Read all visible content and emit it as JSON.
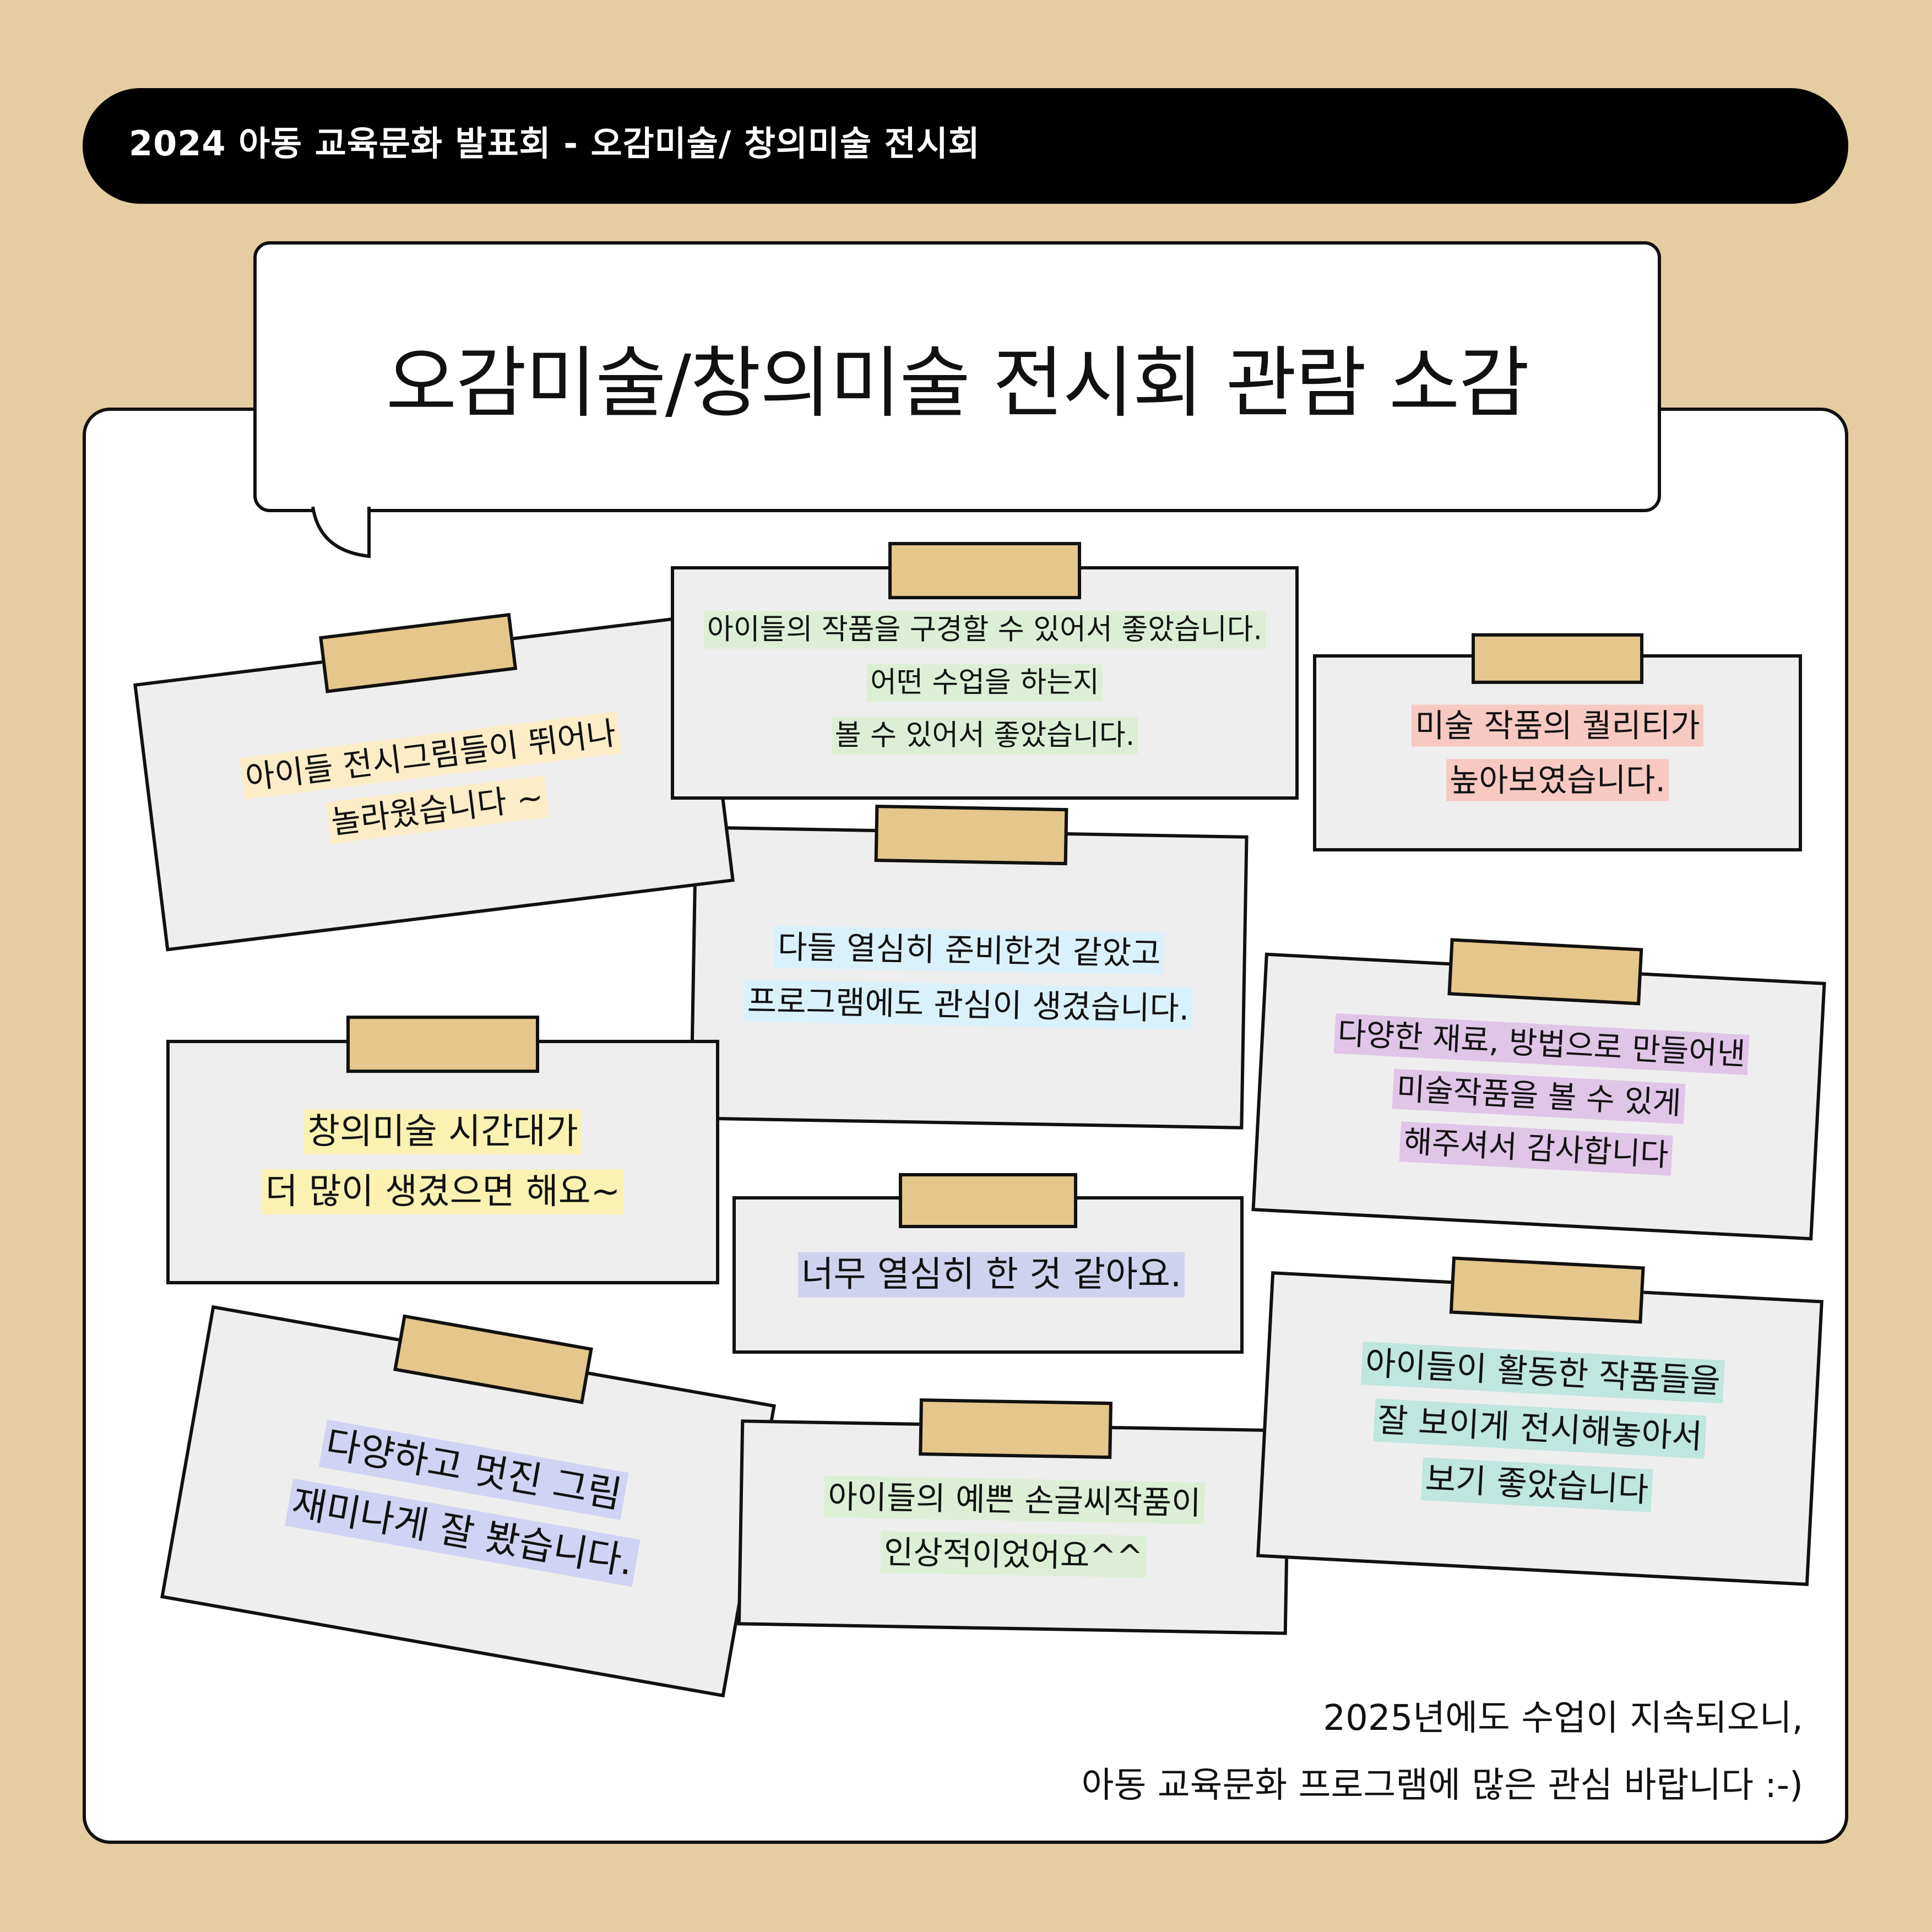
{
  "header": {
    "title": "2024 아동 교육문화 발표회 - 오감미술/ 창의미술 전시회"
  },
  "main": {
    "title": "오감미술/창의미술 전시회 관람 소감"
  },
  "notes": [
    {
      "line1": "아이들 전시그림들이 뛰어나",
      "line2": "놀라웠습니다 ~",
      "highlight": "#fdecc8"
    },
    {
      "line1": "아이들의 작품을 구경할 수 있어서 좋았습니다.",
      "line2": "어떤 수업을 하는지",
      "line3": "볼 수 있어서 좋았습니다.",
      "highlight": "#dcefd4"
    },
    {
      "line1": "미술 작품의 퀄리티가",
      "line2": "높아보였습니다.",
      "highlight": "#f6c9c1"
    },
    {
      "line1": "다들 열심히 준비한것 같았고",
      "line2": "프로그램에도 관심이 생겼습니다.",
      "highlight": "#d9f1fb"
    },
    {
      "line1": "다양한 재료, 방법으로 만들어낸",
      "line2": "미술작품을 볼 수 있게",
      "line3": "해주셔서 감사합니다",
      "highlight": "#e0c5e8"
    },
    {
      "line1": "창의미술 시간대가",
      "line2": "더 많이 생겼으면 해요~",
      "highlight": "#fbf1b2"
    },
    {
      "line1": "너무 열심히 한 것 같아요.",
      "highlight": "#cfd2ef"
    },
    {
      "line1": "다양하고 멋진 그림",
      "line2": "재미나게 잘 봤습니다.",
      "highlight": "#d0d3f3"
    },
    {
      "line1": "아이들의 예쁜 손글씨작품이",
      "line2": "인상적이었어요^^",
      "highlight": "#dcefd4"
    },
    {
      "line1": "아이들이 활동한 작품들을",
      "line2": "잘 보이게 전시해놓아서",
      "line3": "보기 좋았습니다",
      "highlight": "#bfe6df"
    }
  ],
  "footer": {
    "line1": "2025년에도 수업이 지속되오니,",
    "line2": "아동 교육문화 프로그램에 많은 관심 바랍니다 :-)"
  },
  "colors": {
    "background": "#e6cca1",
    "tape": "#e5c68b",
    "note": "#eeeeee"
  }
}
